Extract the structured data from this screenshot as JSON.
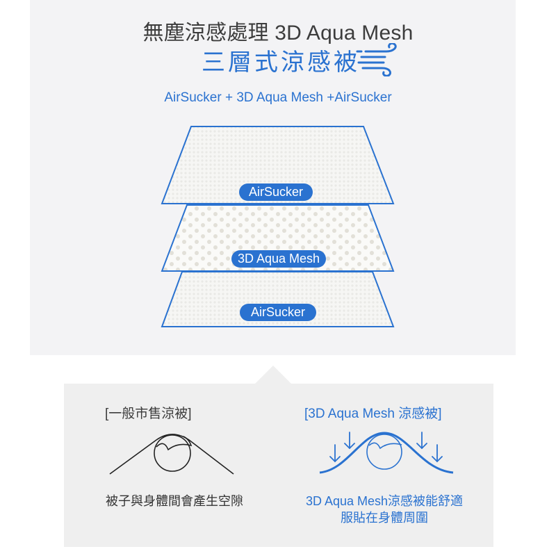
{
  "header": {
    "title_line1": "無塵涼感處理 3D Aqua Mesh",
    "title_line2": "三層式涼感被",
    "title_icon": "wind-icon",
    "subtitle": "AirSucker + 3D Aqua Mesh +AirSucker"
  },
  "layers": [
    {
      "label": "AirSucker",
      "texture": "embossed-fabric"
    },
    {
      "label": "3D Aqua Mesh",
      "texture": "dotted-mesh"
    },
    {
      "label": "AirSucker",
      "texture": "embossed-fabric"
    }
  ],
  "comparison": {
    "regular": {
      "title": "[一般市售涼被]",
      "caption": "被子與身體間會產生空隙",
      "illustration": "tent-blanket-gap-icon"
    },
    "aqua_mesh": {
      "title": "[3D Aqua Mesh 涼感被]",
      "caption_line1": "3D Aqua Mesh涼感被能舒適",
      "caption_line2": "服貼在身體周圍",
      "illustration": "fitted-blanket-arrows-icon"
    }
  },
  "colors": {
    "accent_blue": "#2a72d0",
    "text_dark": "#3c3c3c",
    "upper_bg": "#f3f3f5",
    "lower_bg": "#efefef"
  }
}
